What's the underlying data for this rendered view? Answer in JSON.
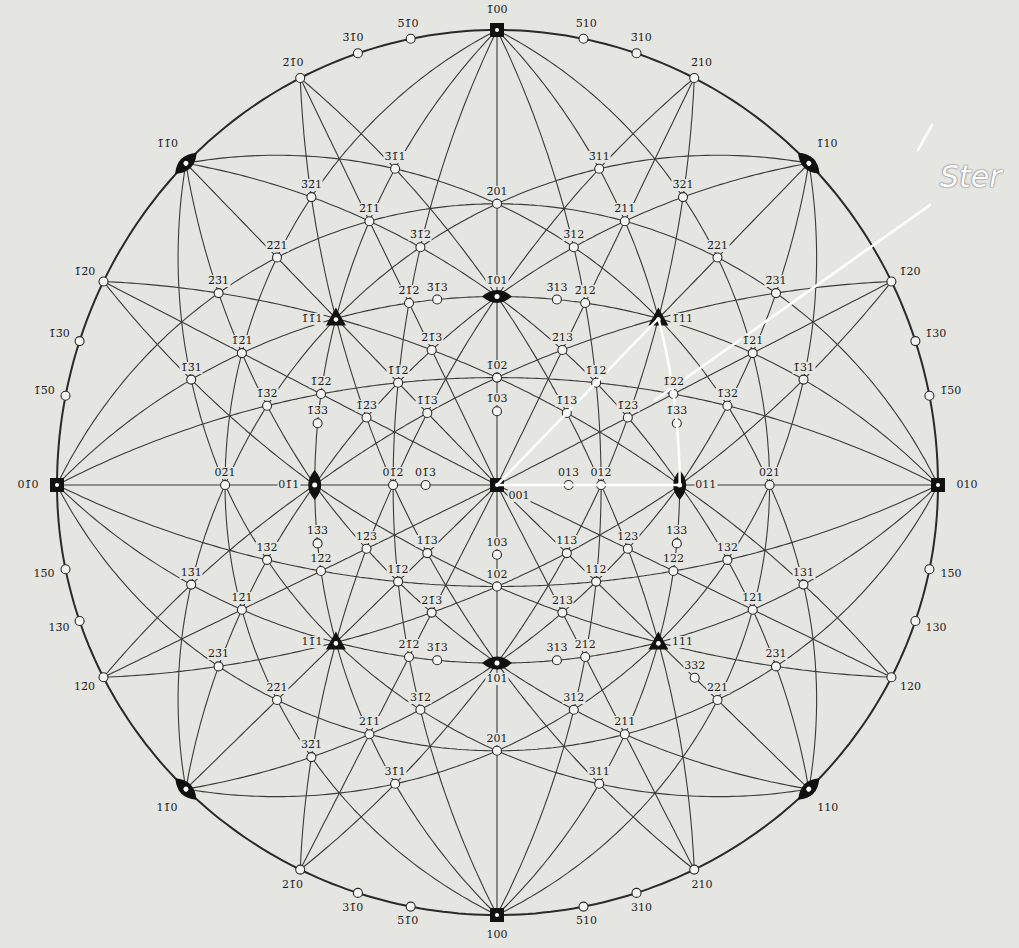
{
  "diagram": {
    "labels": [
      "1̄00",
      "100",
      "01̄0",
      "010",
      "110",
      "1̄10",
      "11̄0",
      "1̄1̄0",
      "5̄10",
      "5̄1̄0",
      "510",
      "51̄0",
      "3̄10",
      "3̄1̄0",
      "310",
      "31̄0",
      "2̄10",
      "2̄1̄0",
      "210",
      "21̄0",
      "1̄20",
      "1̄2̄0",
      "120",
      "12̄0",
      "1̄30",
      "1̄3̄0",
      "130",
      "13̄0",
      "1̄50",
      "1̄5̄0",
      "150",
      "15̄0",
      "001",
      "013",
      "012",
      "011",
      "021",
      "01̄3",
      "01̄2",
      "01̄1",
      "02̄1",
      "1̄03",
      "1̄02",
      "1̄01",
      "2̄01",
      "103",
      "102",
      "101",
      "201",
      "1̄11",
      "1̄12",
      "1̄13",
      "1̄22",
      "1̄23",
      "1̄33",
      "1̄32",
      "1̄31",
      "1̄21",
      "2̄11",
      "2̄12",
      "2̄13",
      "2̄21",
      "2̄31",
      "3̄11",
      "3̄12",
      "3̄13",
      "3̄21",
      "1̄1̄1",
      "1̄1̄2",
      "1̄1̄3",
      "1̄2̄2",
      "1̄2̄3",
      "1̄3̄3",
      "1̄3̄2",
      "1̄3̄1",
      "1̄2̄1",
      "2̄1̄1",
      "2̄1̄2",
      "2̄1̄3",
      "2̄2̄1",
      "2̄3̄1",
      "3̄1̄1",
      "3̄1̄2",
      "3̄1̄3",
      "3̄2̄1",
      "11̄1",
      "11̄2",
      "11̄3",
      "12̄2",
      "12̄3",
      "13̄3",
      "13̄2",
      "13̄1",
      "12̄1",
      "21̄1",
      "21̄2",
      "21̄3",
      "22̄1",
      "23̄1",
      "31̄1",
      "31̄2",
      "31̄3",
      "32̄1",
      "111",
      "112",
      "113",
      "122",
      "123",
      "133",
      "132",
      "131",
      "121",
      "211",
      "212",
      "213",
      "221",
      "231",
      "311",
      "312",
      "313",
      "332",
      "Ster"
    ]
  }
}
